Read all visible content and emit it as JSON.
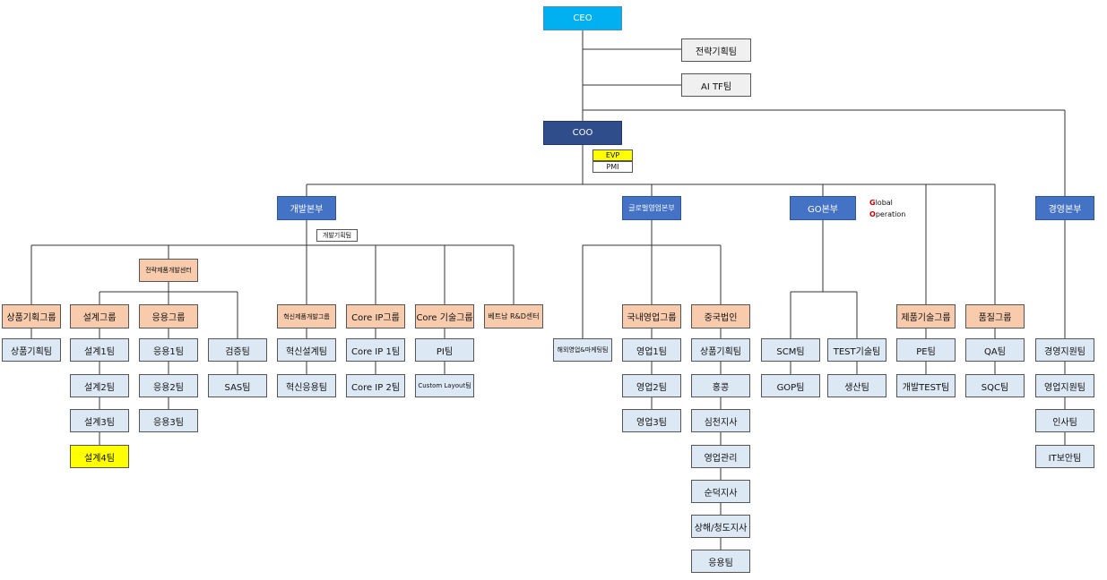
{
  "ceo": "CEO",
  "strategy_team": "전략기획팀",
  "ai_tf_team": "AI TF팀",
  "coo": "COO",
  "evp": "EVP",
  "pmi": "PMI",
  "divisions": {
    "dev": "개발본부",
    "global_sales": "글로벌영업본부",
    "go": "GO본부",
    "management": "경영본부"
  },
  "go_note": {
    "g": "G",
    "lobal": "lobal",
    "o": "O",
    "peration": "peration"
  },
  "dev_planning_team": "개발기획팀",
  "strategic_product_center": "전략제품개발센터",
  "groups": {
    "product_planning": "상품기획그룹",
    "design": "설계그룹",
    "application": "응용그룹",
    "innovation": "혁신제품개발그룹",
    "core_ip": "Core IP그룹",
    "core_tech": "Core 기술그룹",
    "vietnam_rd": "베트남 R&D센터",
    "domestic_sales": "국내영업그룹",
    "china_corp": "중국법인",
    "product_tech": "제품기술그룹",
    "quality": "품질그룹"
  },
  "teams": {
    "product_planning_team": "상품기획팀",
    "design1": "설계1팀",
    "design2": "설계2팀",
    "design3": "설계3팀",
    "design4": "설계4팀",
    "app1": "응용1팀",
    "app2": "응용2팀",
    "app3": "응용3팀",
    "verification": "검증팀",
    "sas": "SAS팀",
    "innov_design": "혁신설계팀",
    "innov_app": "혁신응용팀",
    "core_ip1": "Core IP 1팀",
    "core_ip2": "Core IP 2팀",
    "pi": "PI팀",
    "custom_layout": "Custom Layout팀",
    "overseas_marketing": "해외영업&마케팅팀",
    "sales1": "영업1팀",
    "sales2": "영업2팀",
    "sales3": "영업3팀",
    "cn_product_planning": "상품기획팀",
    "hongkong": "홍콩",
    "shenzhen": "심천지사",
    "sales_mgmt": "영업관리",
    "shunde": "순덕지사",
    "shanghai": "상해/청도지사",
    "cn_app": "응용팀",
    "scm": "SCM팀",
    "gop": "GOP팀",
    "test_tech": "TEST기술팀",
    "production": "생산팀",
    "pe": "PE팀",
    "dev_test": "개발TEST팀",
    "qa": "QA팀",
    "sqc": "SQC팀",
    "mgmt_support": "경영지원팀",
    "sales_support": "영업지원팀",
    "hr": "인사팀",
    "it_security": "IT보안팀"
  },
  "colors": {
    "ceo": "#00b0f0",
    "coo": "#2f4d8a",
    "division": "#4472c4",
    "group": "#f8cbad",
    "team": "#dde8f5",
    "staff": "#f0f0f0",
    "highlight": "#ffff00",
    "note_red": "#c00000"
  }
}
